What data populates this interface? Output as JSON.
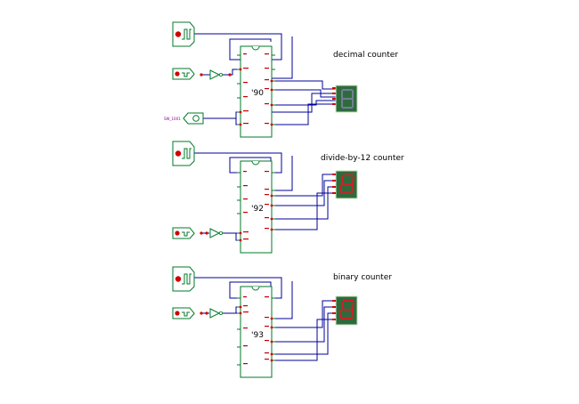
{
  "sections": [
    {
      "title": "decimal counter",
      "chip": "'90",
      "display_segment_color": "#708090",
      "inputs": [
        "clock",
        "pulse",
        "switch"
      ],
      "switch_label": "SW_1001"
    },
    {
      "title": "divide-by-12 counter",
      "chip": "'92",
      "display_segment_color": "#cc2222",
      "inputs": [
        "clock",
        "pulse"
      ]
    },
    {
      "title": "binary counter",
      "chip": "'93",
      "display_segment_color": "#cc2222",
      "inputs": [
        "clock",
        "pulse"
      ]
    }
  ],
  "colors": {
    "wire": "#000099",
    "component_outline": "#007a2a",
    "pin_label": "#a00000",
    "led_on": "#cc2222",
    "led_off": "#708090",
    "display_body": "#2f6a3f",
    "display_frame": "#c8e6b8"
  },
  "icons": [
    "clock-source-icon",
    "pulse-source-icon",
    "buffer-gate-icon",
    "switch-icon",
    "seven-segment-display-icon"
  ]
}
